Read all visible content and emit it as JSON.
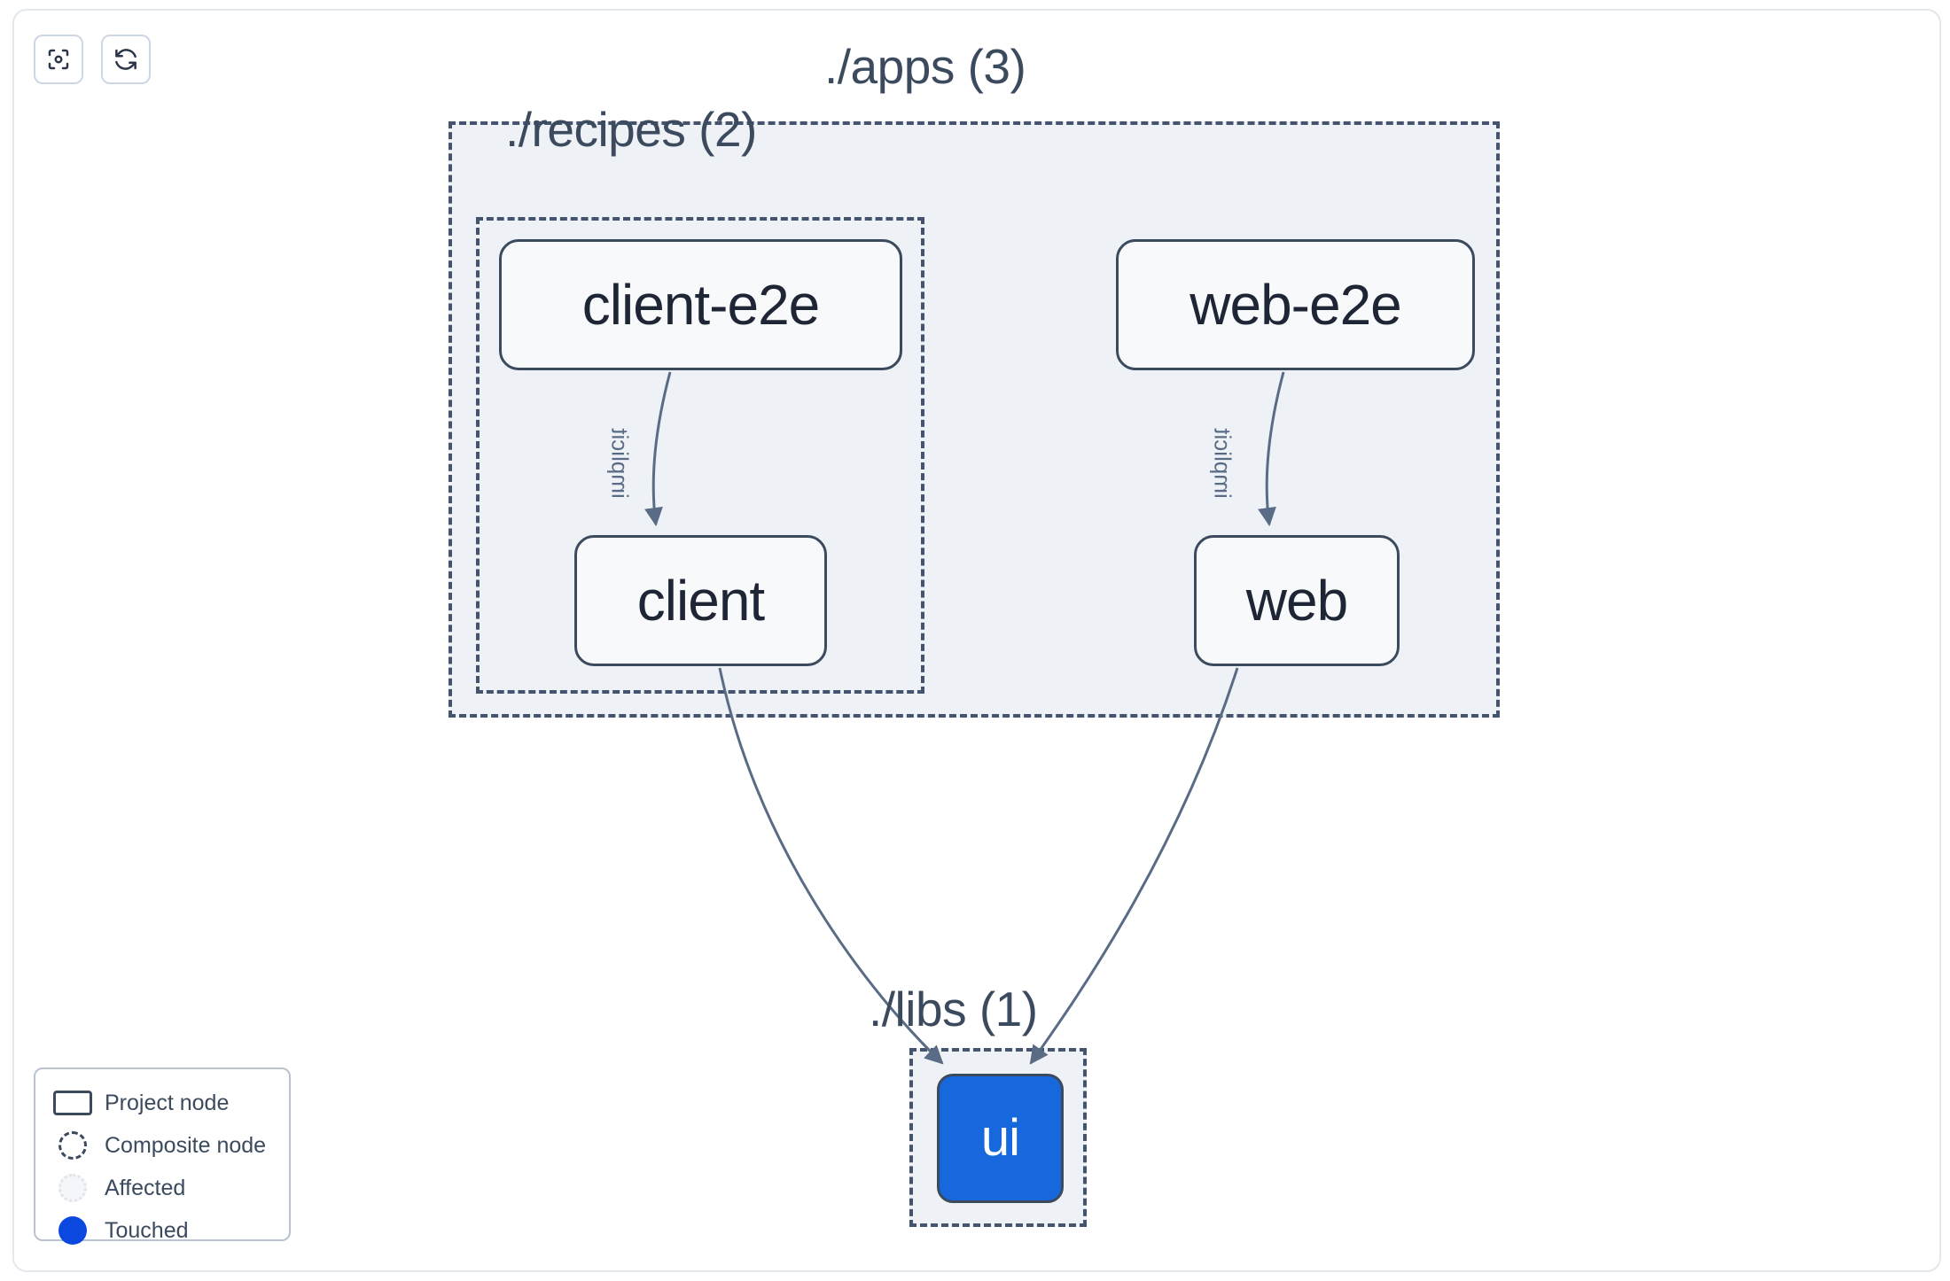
{
  "toolbar": {
    "buttons": [
      {
        "name": "focus-graph-button",
        "icon": "focus-target-icon",
        "label": "Focus graph"
      },
      {
        "name": "refresh-graph-button",
        "icon": "refresh-icon",
        "label": "Refresh graph"
      }
    ]
  },
  "graph": {
    "groups": [
      {
        "id": "apps",
        "label": "./apps (3)",
        "count": 3
      },
      {
        "id": "recipes",
        "label": "./recipes (2)",
        "count": 2
      },
      {
        "id": "libs",
        "label": "./libs (1)",
        "count": 1
      }
    ],
    "nodes": [
      {
        "id": "client-e2e",
        "label": "client-e2e",
        "group": "recipes",
        "state": "normal"
      },
      {
        "id": "client",
        "label": "client",
        "group": "recipes",
        "state": "normal"
      },
      {
        "id": "web-e2e",
        "label": "web-e2e",
        "group": "apps",
        "state": "normal"
      },
      {
        "id": "web",
        "label": "web",
        "group": "apps",
        "state": "normal"
      },
      {
        "id": "ui",
        "label": "ui",
        "group": "libs",
        "state": "touched"
      }
    ],
    "edges": [
      {
        "from": "client-e2e",
        "to": "client",
        "label": "implicit"
      },
      {
        "from": "web-e2e",
        "to": "web",
        "label": "implicit"
      },
      {
        "from": "client",
        "to": "ui",
        "label": ""
      },
      {
        "from": "web",
        "to": "ui",
        "label": ""
      }
    ]
  },
  "legend": {
    "items": [
      {
        "swatch": "project-node-swatch",
        "label": "Project node"
      },
      {
        "swatch": "composite-node-swatch",
        "label": "Composite node"
      },
      {
        "swatch": "affected-swatch",
        "label": "Affected"
      },
      {
        "swatch": "touched-swatch",
        "label": "Touched"
      }
    ]
  },
  "colors": {
    "group_border": "#44546f",
    "group_fill": "#eef1f6",
    "node_border": "#3c4a5e",
    "node_fill": "#f8f9fb",
    "node_text": "#1e2535",
    "touched": "#1668dc",
    "touched_legend": "#0a48e0",
    "edge": "#5a6b85",
    "canvas": "#ffffff"
  }
}
